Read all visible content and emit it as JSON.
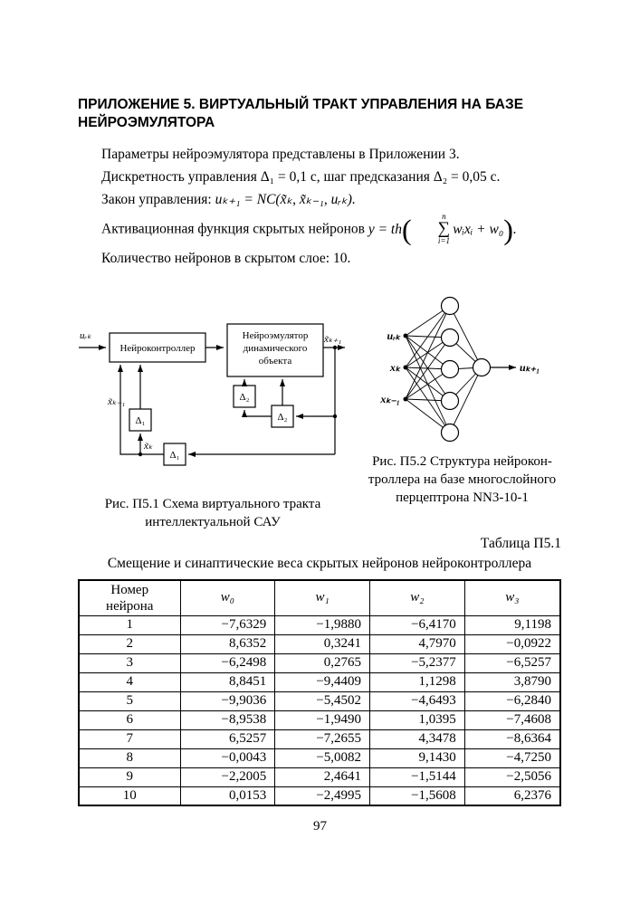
{
  "heading": "ПРИЛОЖЕНИЕ 5. ВИРТУАЛЬНЫЙ ТРАКТ УПРАВЛЕНИЯ НА БАЗЕ НЕЙРОЭМУЛЯТОРА",
  "intro": {
    "p1": "Параметры нейроэмулятора представлены в Приложении 3.",
    "p2": "Дискретность управления Δ₁ = 0,1 с, шаг предсказания Δ₂ = 0,05 с.",
    "p3_label": "Закон управления:",
    "p3_formula": "uₖ₊₁ = NC(x̃ₖ, x̃ₖ₋₁, uᵣₖ).",
    "p4_label": "Активационная функция скрытых нейронов",
    "p4_lhs": "y = th",
    "p4_open": "(",
    "p4_sum_upper": "n",
    "p4_sum_sigma": "∑",
    "p4_sum_lower": "i=1",
    "p4_body": "wᵢxᵢ + w₀",
    "p4_close": ")",
    "p4_end": ".",
    "p5": "Количество нейронов в скрытом слое: 10."
  },
  "fig1": {
    "input_label": "uᵣₖ",
    "controller_label": "Нейроконтроллер",
    "emulator_lines": [
      "Нейроэмулятор",
      "динамического",
      "объекта"
    ],
    "output_label": "x̃ₖ₊₁",
    "delay1": "Δ₁",
    "delay2": "Δ₂",
    "fb_xk1": "x̃ₖ₋₁",
    "fb_xk": "x̃ₖ",
    "caption": [
      "Рис. П5.1 Схема виртуального тракта",
      "интеллектуальной САУ"
    ]
  },
  "fig2": {
    "inputs": [
      "uᵣₖ",
      "xₖ",
      "xₖ₋₁"
    ],
    "output_label": "uₖ₊₁",
    "caption": [
      "Рис. П5.2 Структура нейрокон-",
      "троллера на базе многослойного",
      "перцептрона NN3-10-1"
    ]
  },
  "table": {
    "label": "Таблица П5.1",
    "title": "Смещение и синаптические веса скрытых нейронов нейроконтроллера",
    "neuron_header": [
      "Номер",
      "нейрона"
    ],
    "weight_headers": [
      "w₀",
      "w₁",
      "w₂",
      "w₃"
    ],
    "rows": [
      {
        "n": "1",
        "values": [
          "−7,6329",
          "−1,9880",
          "−6,4170",
          "9,1198"
        ]
      },
      {
        "n": "2",
        "values": [
          "8,6352",
          "0,3241",
          "4,7970",
          "−0,0922"
        ]
      },
      {
        "n": "3",
        "values": [
          "−6,2498",
          "0,2765",
          "−5,2377",
          "−6,5257"
        ]
      },
      {
        "n": "4",
        "values": [
          "8,8451",
          "−9,4409",
          "1,1298",
          "3,8790"
        ]
      },
      {
        "n": "5",
        "values": [
          "−9,9036",
          "−5,4502",
          "−4,6493",
          "−6,2840"
        ]
      },
      {
        "n": "6",
        "values": [
          "−8,9538",
          "−1,9490",
          "1,0395",
          "−7,4608"
        ]
      },
      {
        "n": "7",
        "values": [
          "6,5257",
          "−7,2655",
          "4,3478",
          "−8,6364"
        ]
      },
      {
        "n": "8",
        "values": [
          "−0,0043",
          "−5,0082",
          "9,1430",
          "−4,7250"
        ]
      },
      {
        "n": "9",
        "values": [
          "−2,2005",
          "2,4641",
          "−1,5144",
          "−2,5056"
        ]
      },
      {
        "n": "10",
        "values": [
          "0,0153",
          "−2,4995",
          "−1,5608",
          "6,2376"
        ]
      }
    ]
  },
  "page_number": "97"
}
